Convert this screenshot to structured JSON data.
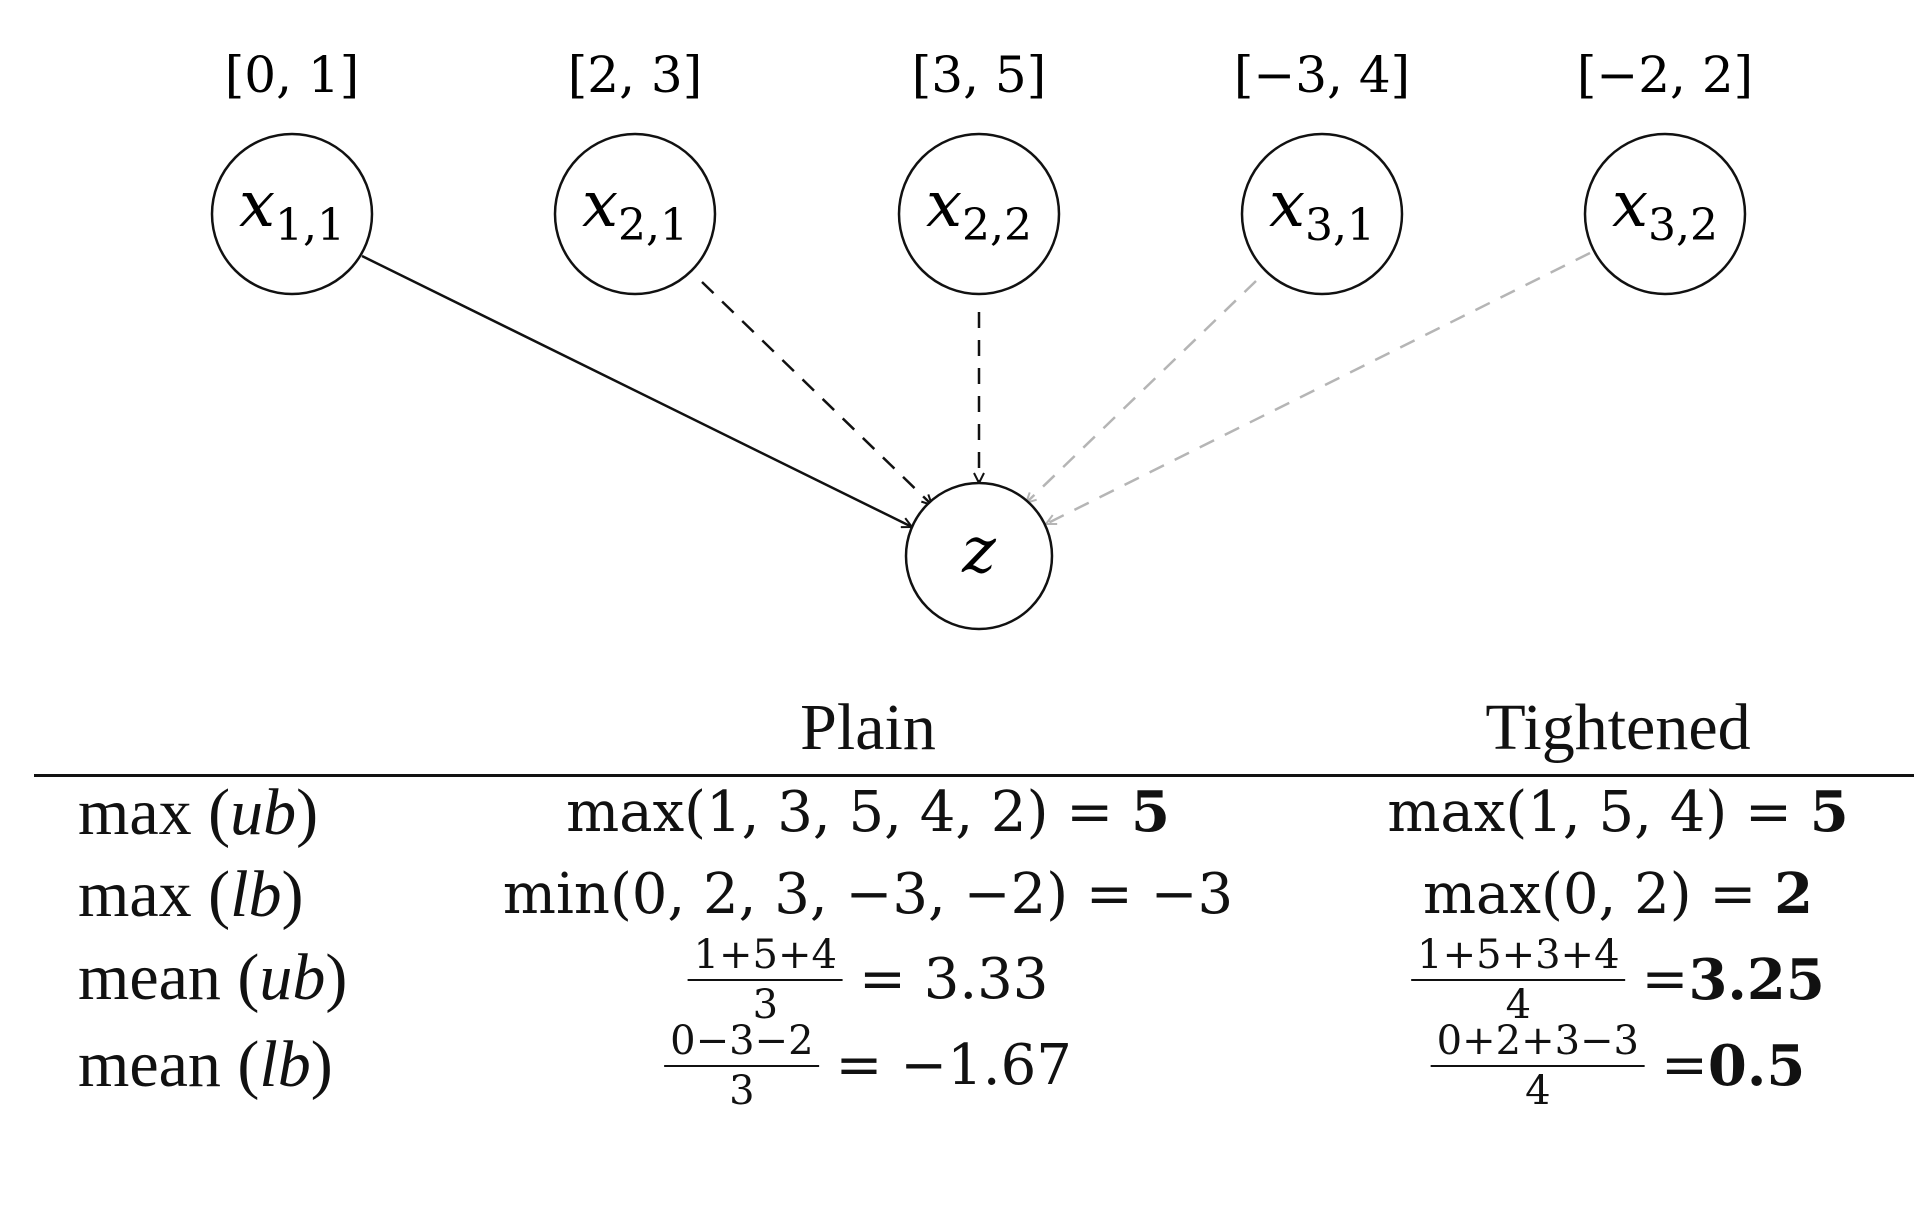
{
  "diagram": {
    "inputs": [
      {
        "var": "x",
        "sub": "1,1",
        "range": "[0, 1]",
        "edge": "solid"
      },
      {
        "var": "x",
        "sub": "2,1",
        "range": "[2, 3]",
        "edge": "dashed"
      },
      {
        "var": "x",
        "sub": "2,2",
        "range": "[3, 5]",
        "edge": "dashed"
      },
      {
        "var": "x",
        "sub": "3,1",
        "range": "[−3, 4]",
        "edge": "dashed-gray"
      },
      {
        "var": "x",
        "sub": "3,2",
        "range": "[−2, 2]",
        "edge": "dashed-gray"
      }
    ],
    "output": {
      "var": "z"
    },
    "colors": {
      "stroke": "#111111",
      "faded": "#b5b5b5"
    }
  },
  "table": {
    "headers": {
      "plain": "Plain",
      "tightened": "Tightened"
    },
    "rows": [
      {
        "label_main": "max (",
        "label_it": "ub",
        "label_end": ")",
        "plain": {
          "text": "max(1, 3, 5, 4, 2) = ",
          "bold": "5"
        },
        "tightened": {
          "text": "max(1, 5, 4) = ",
          "bold": "5"
        }
      },
      {
        "label_main": "max (",
        "label_it": "lb",
        "label_end": ")",
        "plain": {
          "text": "min(0, 2, 3, −3, −2) = −3",
          "bold": ""
        },
        "tightened": {
          "text": "max(0, 2) = ",
          "bold": "2"
        }
      },
      {
        "label_main": "mean (",
        "label_it": "ub",
        "label_end": ")",
        "plain": {
          "num": "1+5+4",
          "den": "3",
          "rest": "= 3.33",
          "bold": ""
        },
        "tightened": {
          "num": "1+5+3+4",
          "den": "4",
          "rest": "= ",
          "bold": "3.25"
        }
      },
      {
        "label_main": "mean (",
        "label_it": "lb",
        "label_end": ")",
        "plain": {
          "num": "0−3−2",
          "den": "3",
          "rest": "= −1.67",
          "bold": ""
        },
        "tightened": {
          "num": "0+2+3−3",
          "den": "4",
          "rest": "= ",
          "bold": "0.5"
        }
      }
    ]
  }
}
